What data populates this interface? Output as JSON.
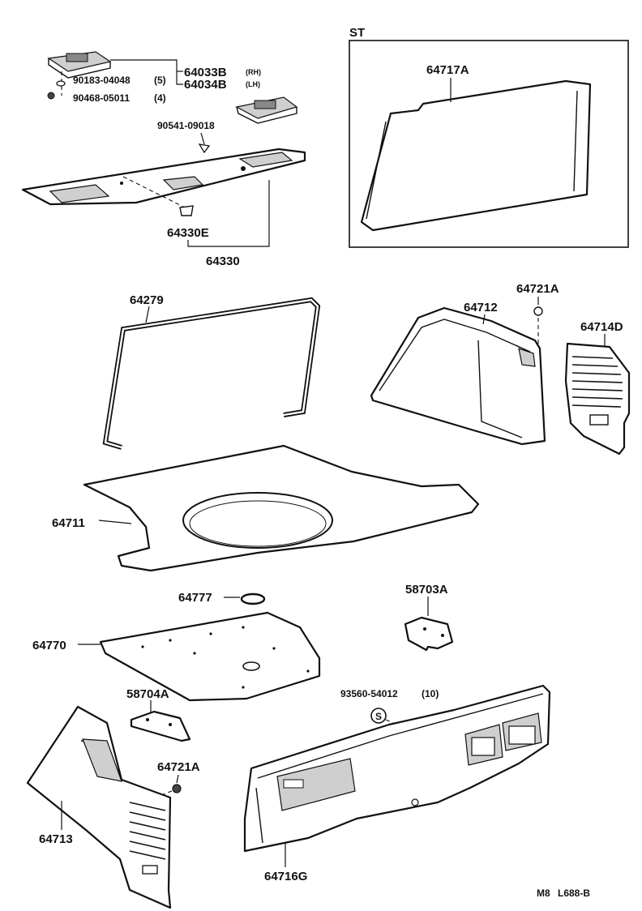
{
  "labels": {
    "st": "ST",
    "p64717A": "64717A",
    "p64033B": "64033B",
    "rh": "(RH)",
    "p64034B": "64034B",
    "lh": "(LH)",
    "p90183": "90183-04048",
    "p90183_qty": "(5)",
    "p90468": "90468-05011",
    "p90468_qty": "(4)",
    "p90541": "90541-09018",
    "p64330E": "64330E",
    "p64330": "64330",
    "p64279": "64279",
    "p64712": "64712",
    "p64721A_top": "64721A",
    "p64714D": "64714D",
    "p64711": "64711",
    "p64777": "64777",
    "p58703A": "58703A",
    "p64770": "64770",
    "p58704A": "58704A",
    "p93560": "93560-54012",
    "p93560_qty": "(10)",
    "p64721A_bot": "64721A",
    "p64713": "64713",
    "p64716G": "64716G",
    "footer_code": "M8",
    "footer_ref": "L688-B"
  },
  "icons": {
    "s_marker": "S"
  }
}
